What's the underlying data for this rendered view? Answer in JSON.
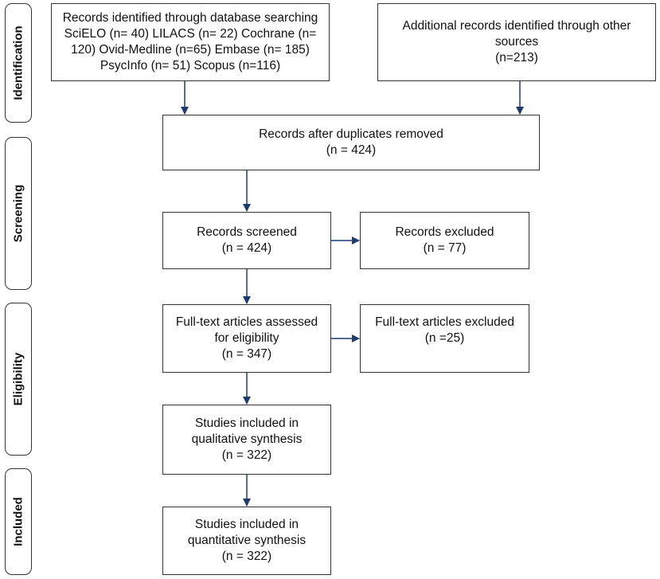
{
  "phases": {
    "identification": "Identification",
    "screening": "Screening",
    "eligibility": "Eligibility",
    "included": "Included"
  },
  "boxes": {
    "database_records": "Records identified through database searching\nSciELO (n= 40) LILACS (n= 22) Cochrane (n=\n120) Ovid-Medline  (n=65) Embase (n= 185)\nPsycInfo (n= 51) Scopus (n=116)",
    "other_records": "Additional records identified through other\nsources\n(n=213)",
    "duplicates_removed": "Records after duplicates removed\n(n = 424)",
    "screened": "Records screened\n(n = 424)",
    "excluded": "Records excluded\n(n = 77)",
    "fulltext_assessed": "Full-text articles assessed\nfor eligibility\n(n = 347)",
    "fulltext_excluded": "Full-text articles excluded\n(n =25)",
    "qualitative": "Studies included in\nqualitative synthesis\n(n = 322)",
    "quantitative": "Studies included in\nquantitative synthesis\n(n = 322)"
  },
  "colors": {
    "arrow": "#1f3a6e",
    "border": "#333333"
  }
}
